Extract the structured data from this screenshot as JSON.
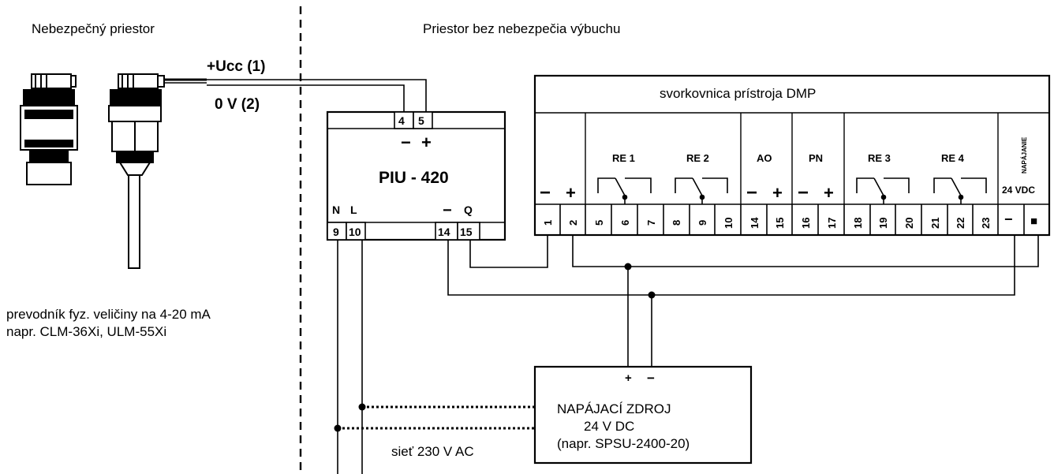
{
  "zones": {
    "hazardous": "Nebezpečný priestor",
    "safe": "Priestor bez nebezpečia výbuchu"
  },
  "sensor": {
    "caption_line1": "prevodník fyz. veličiny na 4-20 mA",
    "caption_line2": "napr. CLM-36Xi, ULM-55Xi"
  },
  "cable": {
    "ucc": "+Ucc (1)",
    "zero": "0 V (2)"
  },
  "piu": {
    "title": "PIU - 420",
    "top_terminals": [
      "4",
      "5"
    ],
    "top_polarity": [
      "−",
      "+"
    ],
    "bottom_labels": [
      "N",
      "L",
      "−",
      "Q"
    ],
    "bottom_terminals": [
      "9",
      "10",
      "14",
      "15"
    ]
  },
  "dmp": {
    "title": "svorkovnica prístroja DMP",
    "groups": [
      "RE 1",
      "RE 2",
      "AO",
      "PN",
      "RE 3",
      "RE 4"
    ],
    "supply_label": "NAPÁJANIE",
    "supply_voltage": "24 VDC",
    "input_polarity": [
      "−",
      "+"
    ],
    "ao_polarity": [
      "−",
      "+"
    ],
    "pn_polarity": [
      "−",
      "+"
    ],
    "terminals": [
      "1",
      "2",
      "5",
      "6",
      "7",
      "8",
      "9",
      "10",
      "14",
      "15",
      "16",
      "17",
      "18",
      "19",
      "20",
      "21",
      "22",
      "23",
      "−",
      "■"
    ]
  },
  "psu": {
    "polarity": [
      "+",
      "−"
    ],
    "line1": "NAPÁJACÍ ZDROJ",
    "line2": "24 V DC",
    "line3": "(napr. SPSU-2400-20)"
  },
  "mains": "sieť 230 V AC"
}
